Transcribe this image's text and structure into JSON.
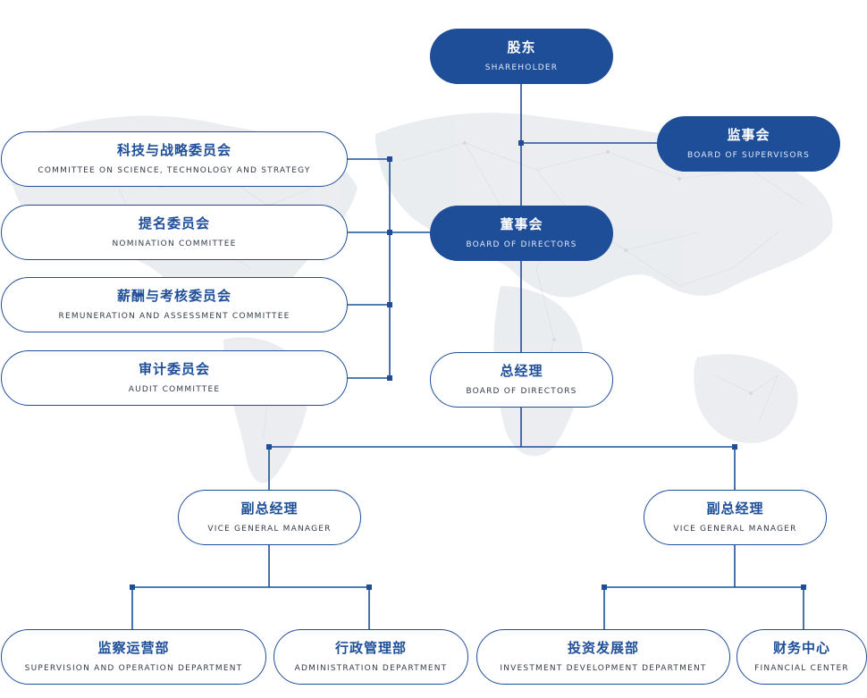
{
  "colors": {
    "primary": "#1f4e99",
    "text_dark": "#333b4a",
    "map": "#d9dde3"
  },
  "nodes": {
    "shareholder": {
      "cn": "股东",
      "en": "SHAREHOLDER"
    },
    "supervisors": {
      "cn": "监事会",
      "en": "BOARD OF SUPERVISORS"
    },
    "board": {
      "cn": "董事会",
      "en": "BOARD OF DIRECTORS"
    },
    "gm": {
      "cn": "总经理",
      "en": "BOARD OF DIRECTORS"
    },
    "committees": [
      {
        "cn": "科技与战略委员会",
        "en": "COMMITTEE ON SCIENCE, TECHNOLOGY AND STRATEGY"
      },
      {
        "cn": "提名委员会",
        "en": "NOMINATION COMMITTEE"
      },
      {
        "cn": "薪酬与考核委员会",
        "en": "REMUNERATION AND ASSESSMENT COMMITTEE"
      },
      {
        "cn": "审计委员会",
        "en": "AUDIT COMMITTEE"
      }
    ],
    "vgm_left": {
      "cn": "副总经理",
      "en": "VICE GENERAL MANAGER"
    },
    "vgm_right": {
      "cn": "副总经理",
      "en": "VICE GENERAL MANAGER"
    },
    "departments": [
      {
        "cn": "监察运营部",
        "en": "SUPERVISION AND OPERATION DEPARTMENT"
      },
      {
        "cn": "行政管理部",
        "en": "ADMINISTRATION DEPARTMENT"
      },
      {
        "cn": "投资发展部",
        "en": "INVESTMENT DEVELOPMENT DEPARTMENT"
      },
      {
        "cn": "财务中心",
        "en": "FINANCIAL CENTER"
      }
    ]
  }
}
